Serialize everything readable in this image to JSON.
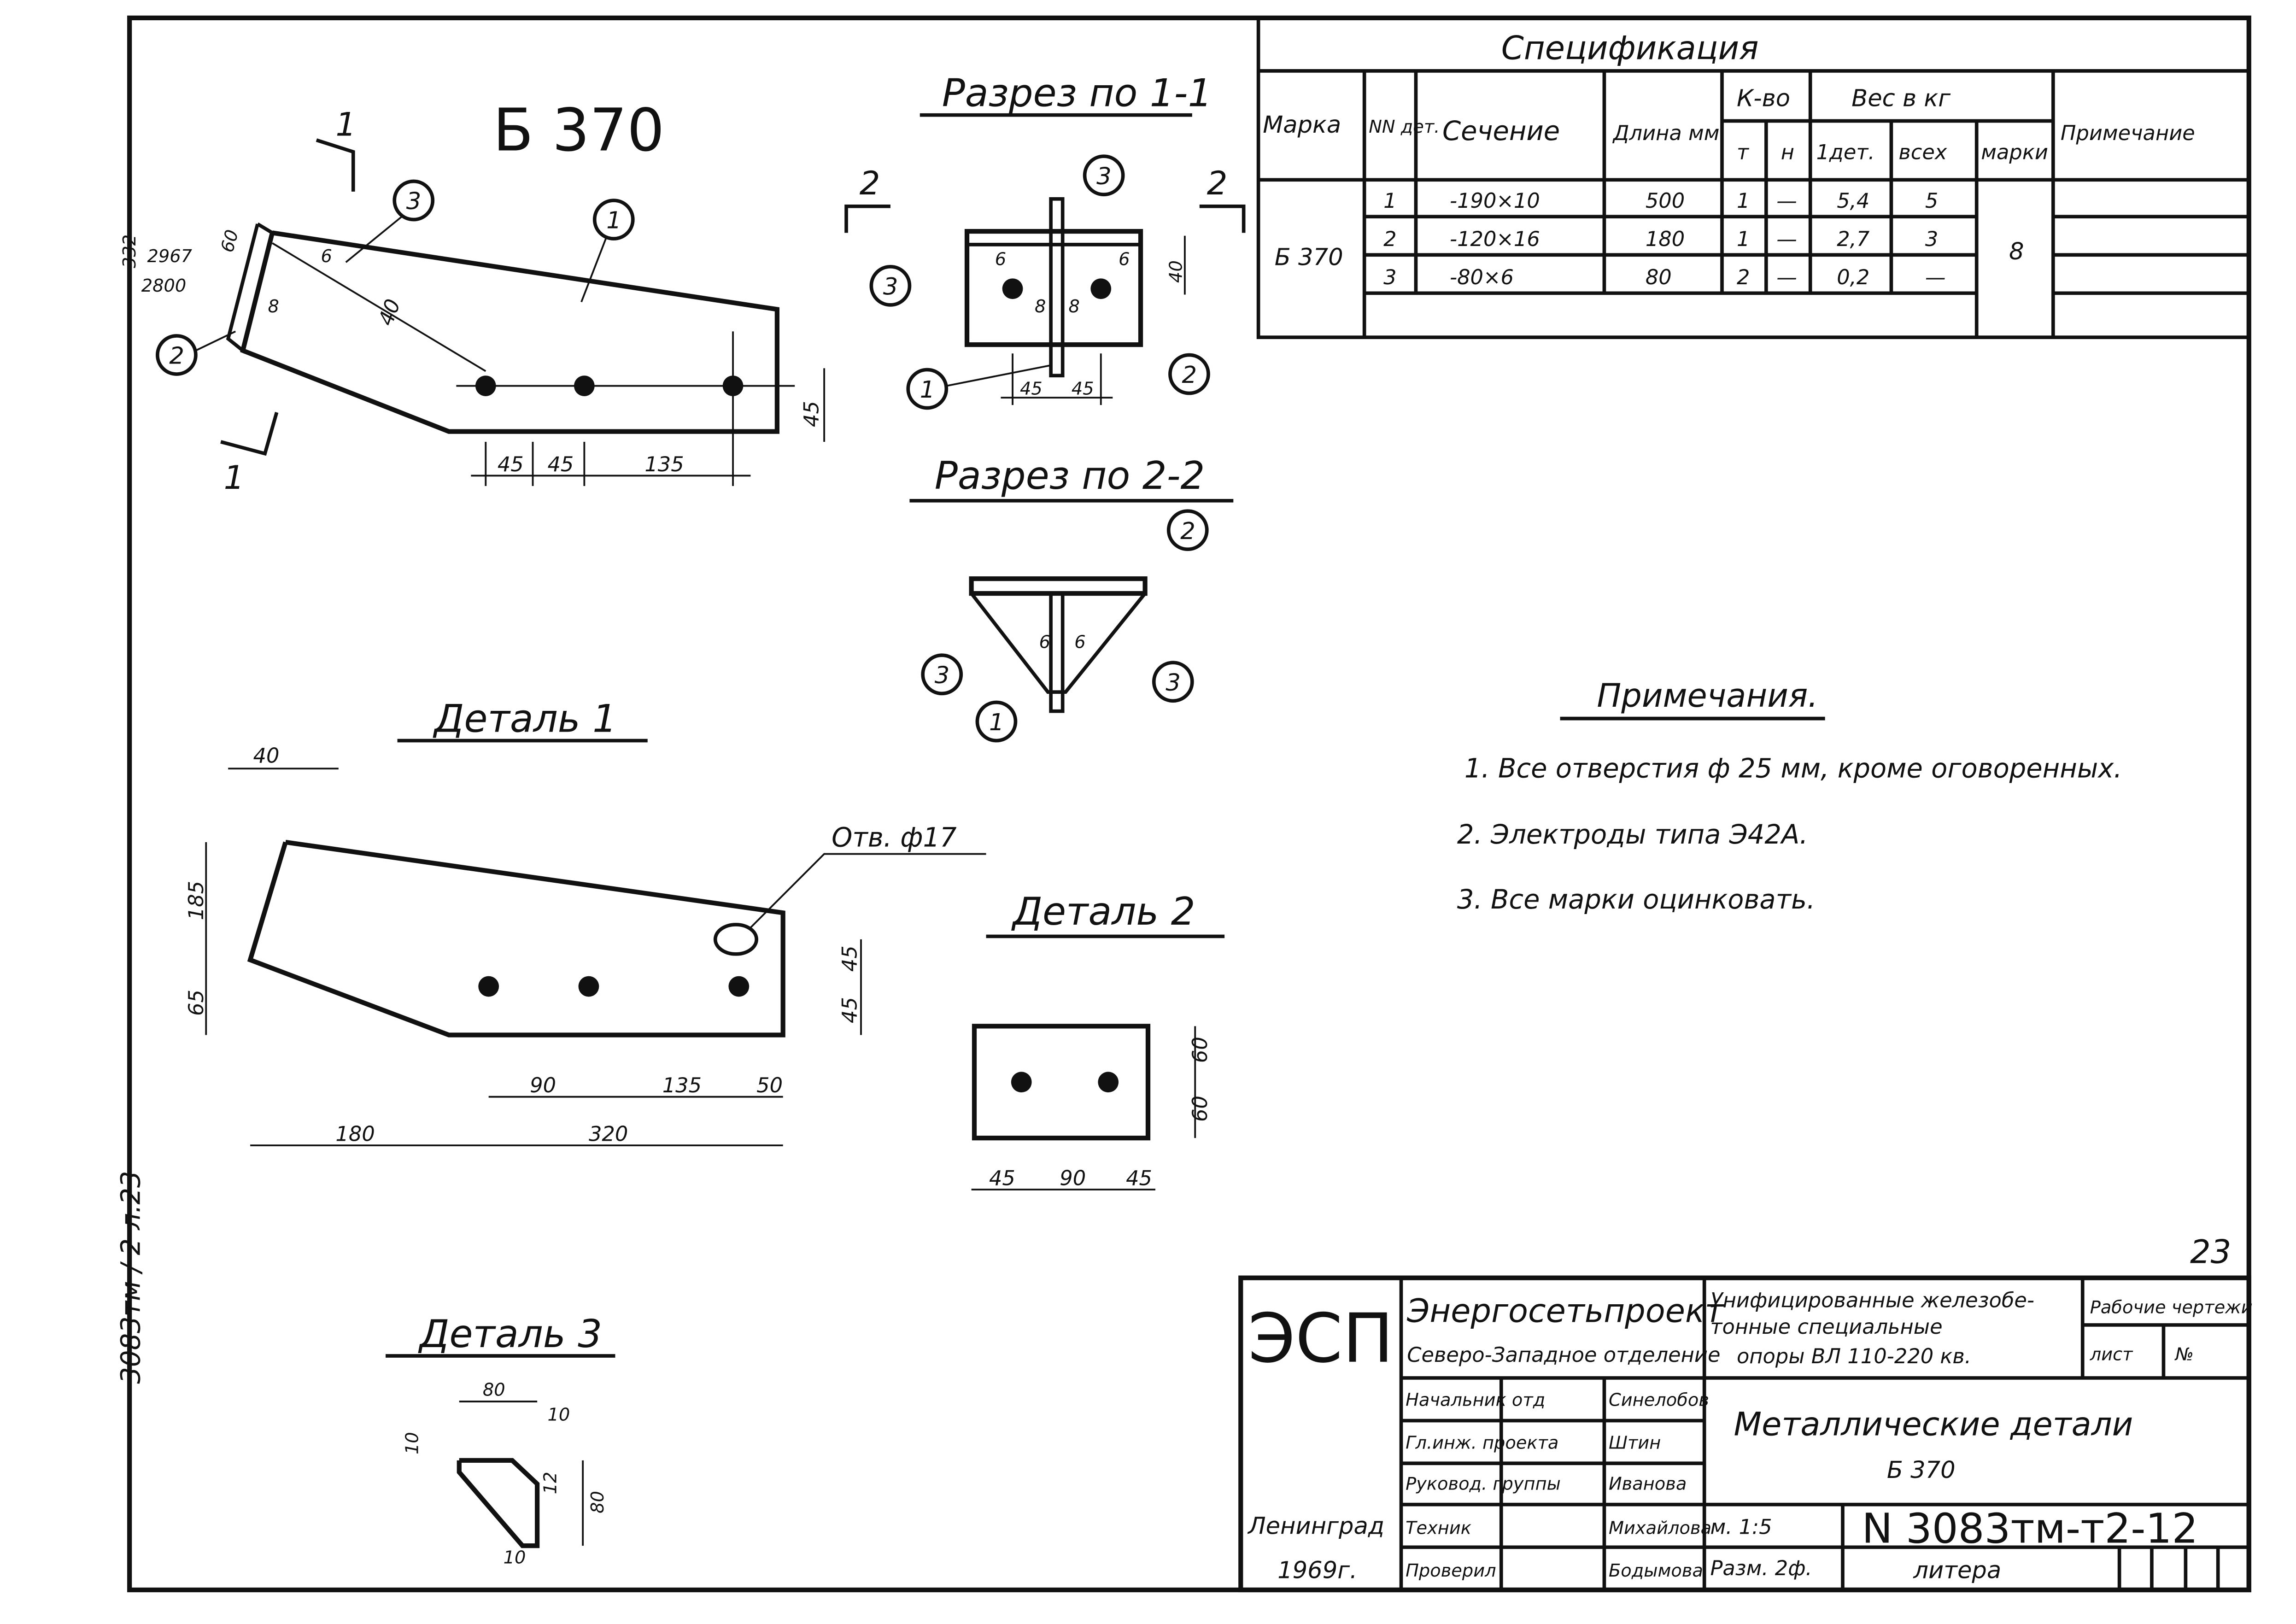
{
  "main_title": "Б 370",
  "section_1_title": "Разрез по 1-1",
  "section_2_title": "Разрез по 2-2",
  "detail_1_title": "Деталь 1",
  "detail_2_title": "Деталь 2",
  "detail_3_title": "Деталь 3",
  "cut_marks": {
    "one": "1",
    "two": "2"
  },
  "callouts": [
    "1",
    "2",
    "3"
  ],
  "main_view_dims": {
    "d1": "45",
    "d2": "45",
    "d3": "135",
    "v1": "45",
    "v2": "40",
    "w1": "60",
    "e1": "2967",
    "e2": "2800",
    "e3": "332",
    "weld": "6",
    "weld2": "8"
  },
  "section1_dims": {
    "d1": "45",
    "d2": "45",
    "v": "40",
    "w1": "6",
    "w2": "6",
    "w3": "8",
    "w4": "8"
  },
  "section2_dims": {
    "w": "6"
  },
  "detail1": {
    "hole_label": "Отв. ф17",
    "d40": "40",
    "d185": "185",
    "d65": "65",
    "d90": "90",
    "d135": "135",
    "d50": "50",
    "d180": "180",
    "d320": "320",
    "d45a": "45",
    "d45b": "45"
  },
  "detail2": {
    "d45a": "45",
    "d90": "90",
    "d45b": "45",
    "v60a": "60",
    "v60b": "60"
  },
  "detail3": {
    "d80": "80",
    "d10a": "10",
    "d10b": "10",
    "d12": "12",
    "d80v": "80",
    "d10c": "10"
  },
  "notes": {
    "title": "Примечания.",
    "items": [
      "1. Все отверстия ф 25 мм, кроме оговоренных.",
      "2. Электроды типа Э42А.",
      "3. Все марки оцинковать."
    ]
  },
  "spec": {
    "title": "Спецификация",
    "headers": {
      "mark": "Марка",
      "num": "NN дет.",
      "section": "Сечение",
      "length": "Длина мм",
      "qty": "К-во",
      "qty_t": "т",
      "qty_n": "н",
      "weight": "Вес в кг",
      "w_one": "1дет.",
      "w_all": "всех",
      "w_mark": "марки",
      "note": "Примечание"
    },
    "mark": "Б 370",
    "mark_weight": "8",
    "rows": [
      {
        "num": "1",
        "section": "-190×10",
        "length": "500",
        "t": "1",
        "n": "—",
        "one": "5,4",
        "all": "5"
      },
      {
        "num": "2",
        "section": "-120×16",
        "length": "180",
        "t": "1",
        "n": "—",
        "one": "2,7",
        "all": "3"
      },
      {
        "num": "3",
        "section": "-80×6",
        "length": "80",
        "t": "2",
        "n": "—",
        "one": "0,2",
        "all": "—"
      }
    ]
  },
  "title_block": {
    "logo": "ЭСП",
    "org": "Энергосетьпроект",
    "branch": "Северо-Западное отделение",
    "project": [
      "Унифицированные железобе-",
      "тонные специальные",
      "опоры ВЛ 110-220 кв."
    ],
    "stage": "Рабочие чертежи",
    "sheet_label": "лист",
    "sheet_no_label": "№",
    "roles": [
      "Начальник отд",
      "Гл.инж. проекта",
      "Руковод. группы",
      "Техник",
      "Проверил"
    ],
    "names": [
      "Синелобов",
      "Штин",
      "Иванова",
      "Михайлова",
      "Бодымова"
    ],
    "drawing_title": "Металлические детали",
    "drawing_mark": "Б 370",
    "scale": "м. 1:5",
    "size": "Разм. 2ф.",
    "number": "N 3083тм-т2-12",
    "litera": "литера",
    "city": "Ленинград",
    "year": "1969г."
  },
  "margin_note": "3083тм / 2 л.23",
  "corner_note": "23"
}
